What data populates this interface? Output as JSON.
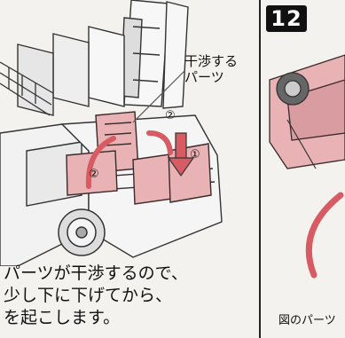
{
  "left": {
    "callout": {
      "line1": "干渉する",
      "line2": "パーツ"
    },
    "step_markers": [
      "②",
      "①",
      "②"
    ],
    "instructions": {
      "line1": "パーツが干渉するので、",
      "line2": "少し下に下げてから、",
      "line3": "を起こします。"
    }
  },
  "right": {
    "step_number": "12",
    "caption": "図のパーツ"
  },
  "colors": {
    "part_highlight": "#e9b3b6",
    "part_outline": "#3a2a2a",
    "arrow_red": "#d65b63",
    "line_gray": "#555555"
  }
}
